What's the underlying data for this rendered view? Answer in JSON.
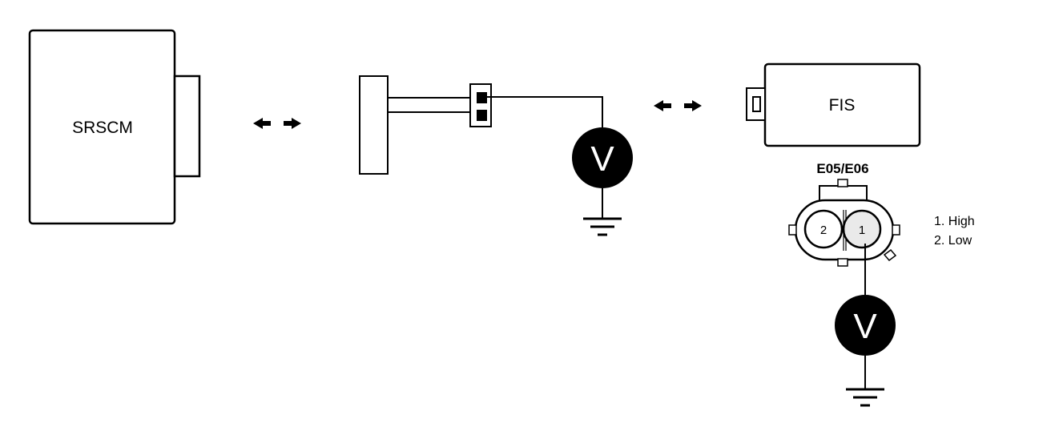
{
  "modules": {
    "srscm": {
      "label": "SRSCM"
    },
    "fis": {
      "label": "FIS"
    }
  },
  "connector": {
    "label": "E05/E06",
    "pin_left": "2",
    "pin_right": "1"
  },
  "legend": {
    "line1": "1. High",
    "line2": "2. Low"
  },
  "meters": {
    "symbol": "V"
  }
}
